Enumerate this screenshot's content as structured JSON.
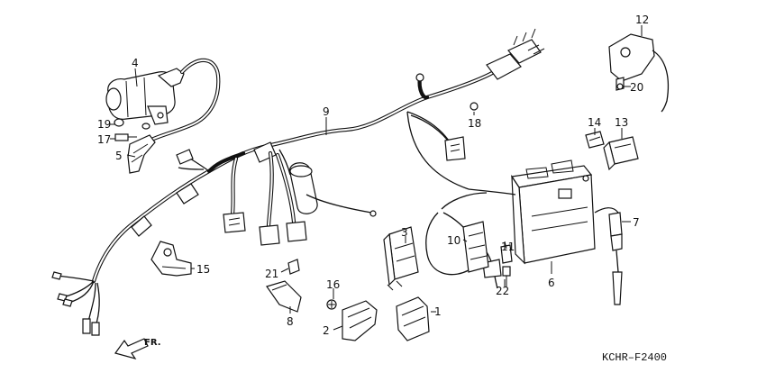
{
  "diagram": {
    "code": "KCHR‒F2400",
    "direction_label": "FR.",
    "callouts": {
      "c1": "1",
      "c2": "2",
      "c3": "3",
      "c4": "4",
      "c5": "5",
      "c6": "6",
      "c7": "7",
      "c8": "8",
      "c9": "9",
      "c10": "10",
      "c11": "11",
      "c12": "12",
      "c13": "13",
      "c14": "14",
      "c15": "15",
      "c16": "16",
      "c17": "17",
      "c18": "18",
      "c19": "19",
      "c20": "20",
      "c21": "21",
      "c22": "22"
    }
  }
}
